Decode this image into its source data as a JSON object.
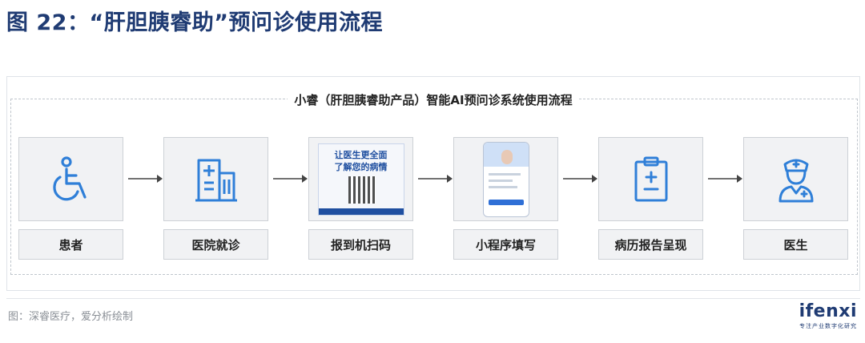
{
  "figure": {
    "title": "图 22：“肝胆胰睿助”预问诊使用流程"
  },
  "flow": {
    "title": "小睿（肝胆胰睿助产品）智能AI预问诊系统使用流程",
    "steps": [
      {
        "label": "患者",
        "icon": "wheelchair-icon"
      },
      {
        "label": "医院就诊",
        "icon": "hospital-building-icon"
      },
      {
        "label": "报到机扫码",
        "icon": "qr-poster-image"
      },
      {
        "label": "小程序填写",
        "icon": "mini-program-phone-image"
      },
      {
        "label": "病历报告呈现",
        "icon": "clipboard-report-icon"
      },
      {
        "label": "医生",
        "icon": "doctor-icon"
      }
    ],
    "poster": {
      "line1": "让医生更全面",
      "line2": "了解您的病情"
    }
  },
  "footer": {
    "source": "图：深睿医疗，爱分析绘制",
    "logo_name": "ifenxi",
    "logo_tagline": "专注产业数字化研究"
  },
  "colors": {
    "title": "#1f3b73",
    "icon": "#2f7fd8",
    "box": "#f1f2f4"
  }
}
